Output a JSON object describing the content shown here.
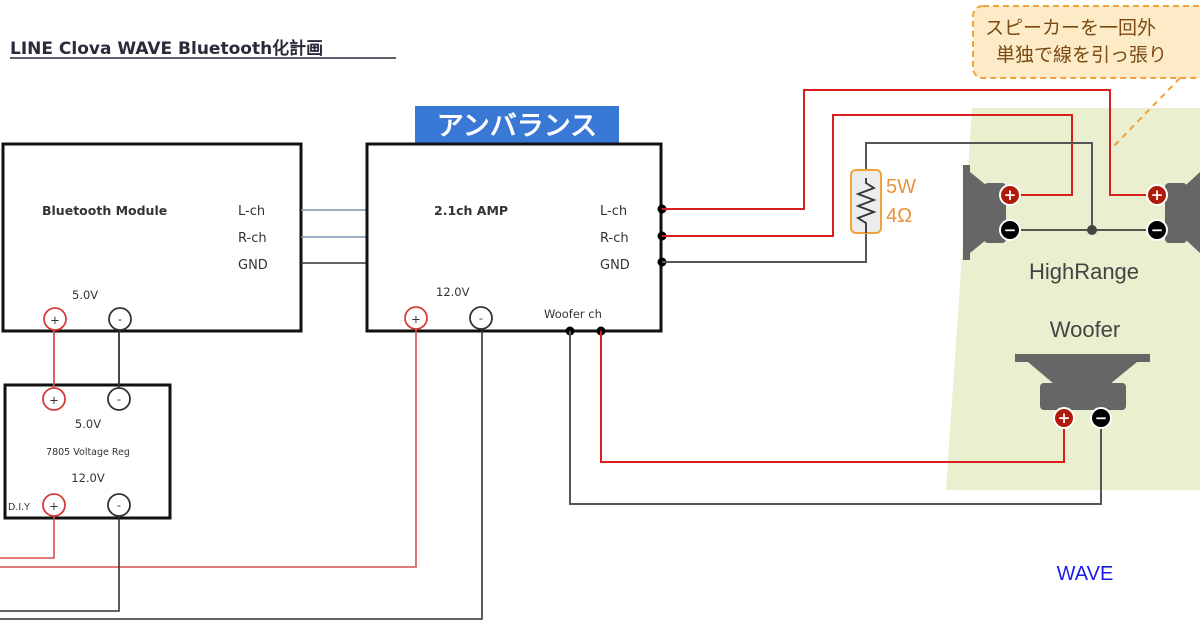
{
  "title": "LINE Clova WAVE Bluetooth化計画",
  "banner": "アンバランス",
  "callout": {
    "line1": "スピーカーを一回外",
    "line2": "単独で線を引っ張り"
  },
  "bluetooth_module": {
    "label": "Bluetooth Module",
    "pins": [
      "L-ch",
      "R-ch",
      "GND"
    ],
    "voltage": "5.0V",
    "plus": "+",
    "minus": "-"
  },
  "amp": {
    "label": "2.1ch AMP",
    "pins": [
      "L-ch",
      "R-ch",
      "GND"
    ],
    "voltage": "12.0V",
    "woofer_label": "Woofer ch",
    "plus": "+",
    "minus": "-"
  },
  "regulator": {
    "label": "7805 Voltage Reg",
    "out_voltage": "5.0V",
    "in_voltage": "12.0V",
    "diy_label": "D.I.Y",
    "plus": "+",
    "minus": "-"
  },
  "resistor": {
    "power": "5W",
    "resistance": "4Ω"
  },
  "speakers": {
    "highrange_label": "HighRange",
    "woofer_label": "Woofer",
    "plus": "+",
    "minus": "−"
  },
  "enclosure_label": "WAVE",
  "colors": {
    "red_wire": "#d81e1e",
    "gray_wire": "#555555",
    "signal_wire": "#7a93b0",
    "banner_bg": "#3a78d6",
    "panel_bg": "#e9efcf",
    "callout_bg": "#fdebc8",
    "callout_border": "#f2a23a",
    "speaker_gray": "#666666",
    "terminal_red": "#b01a0a"
  }
}
